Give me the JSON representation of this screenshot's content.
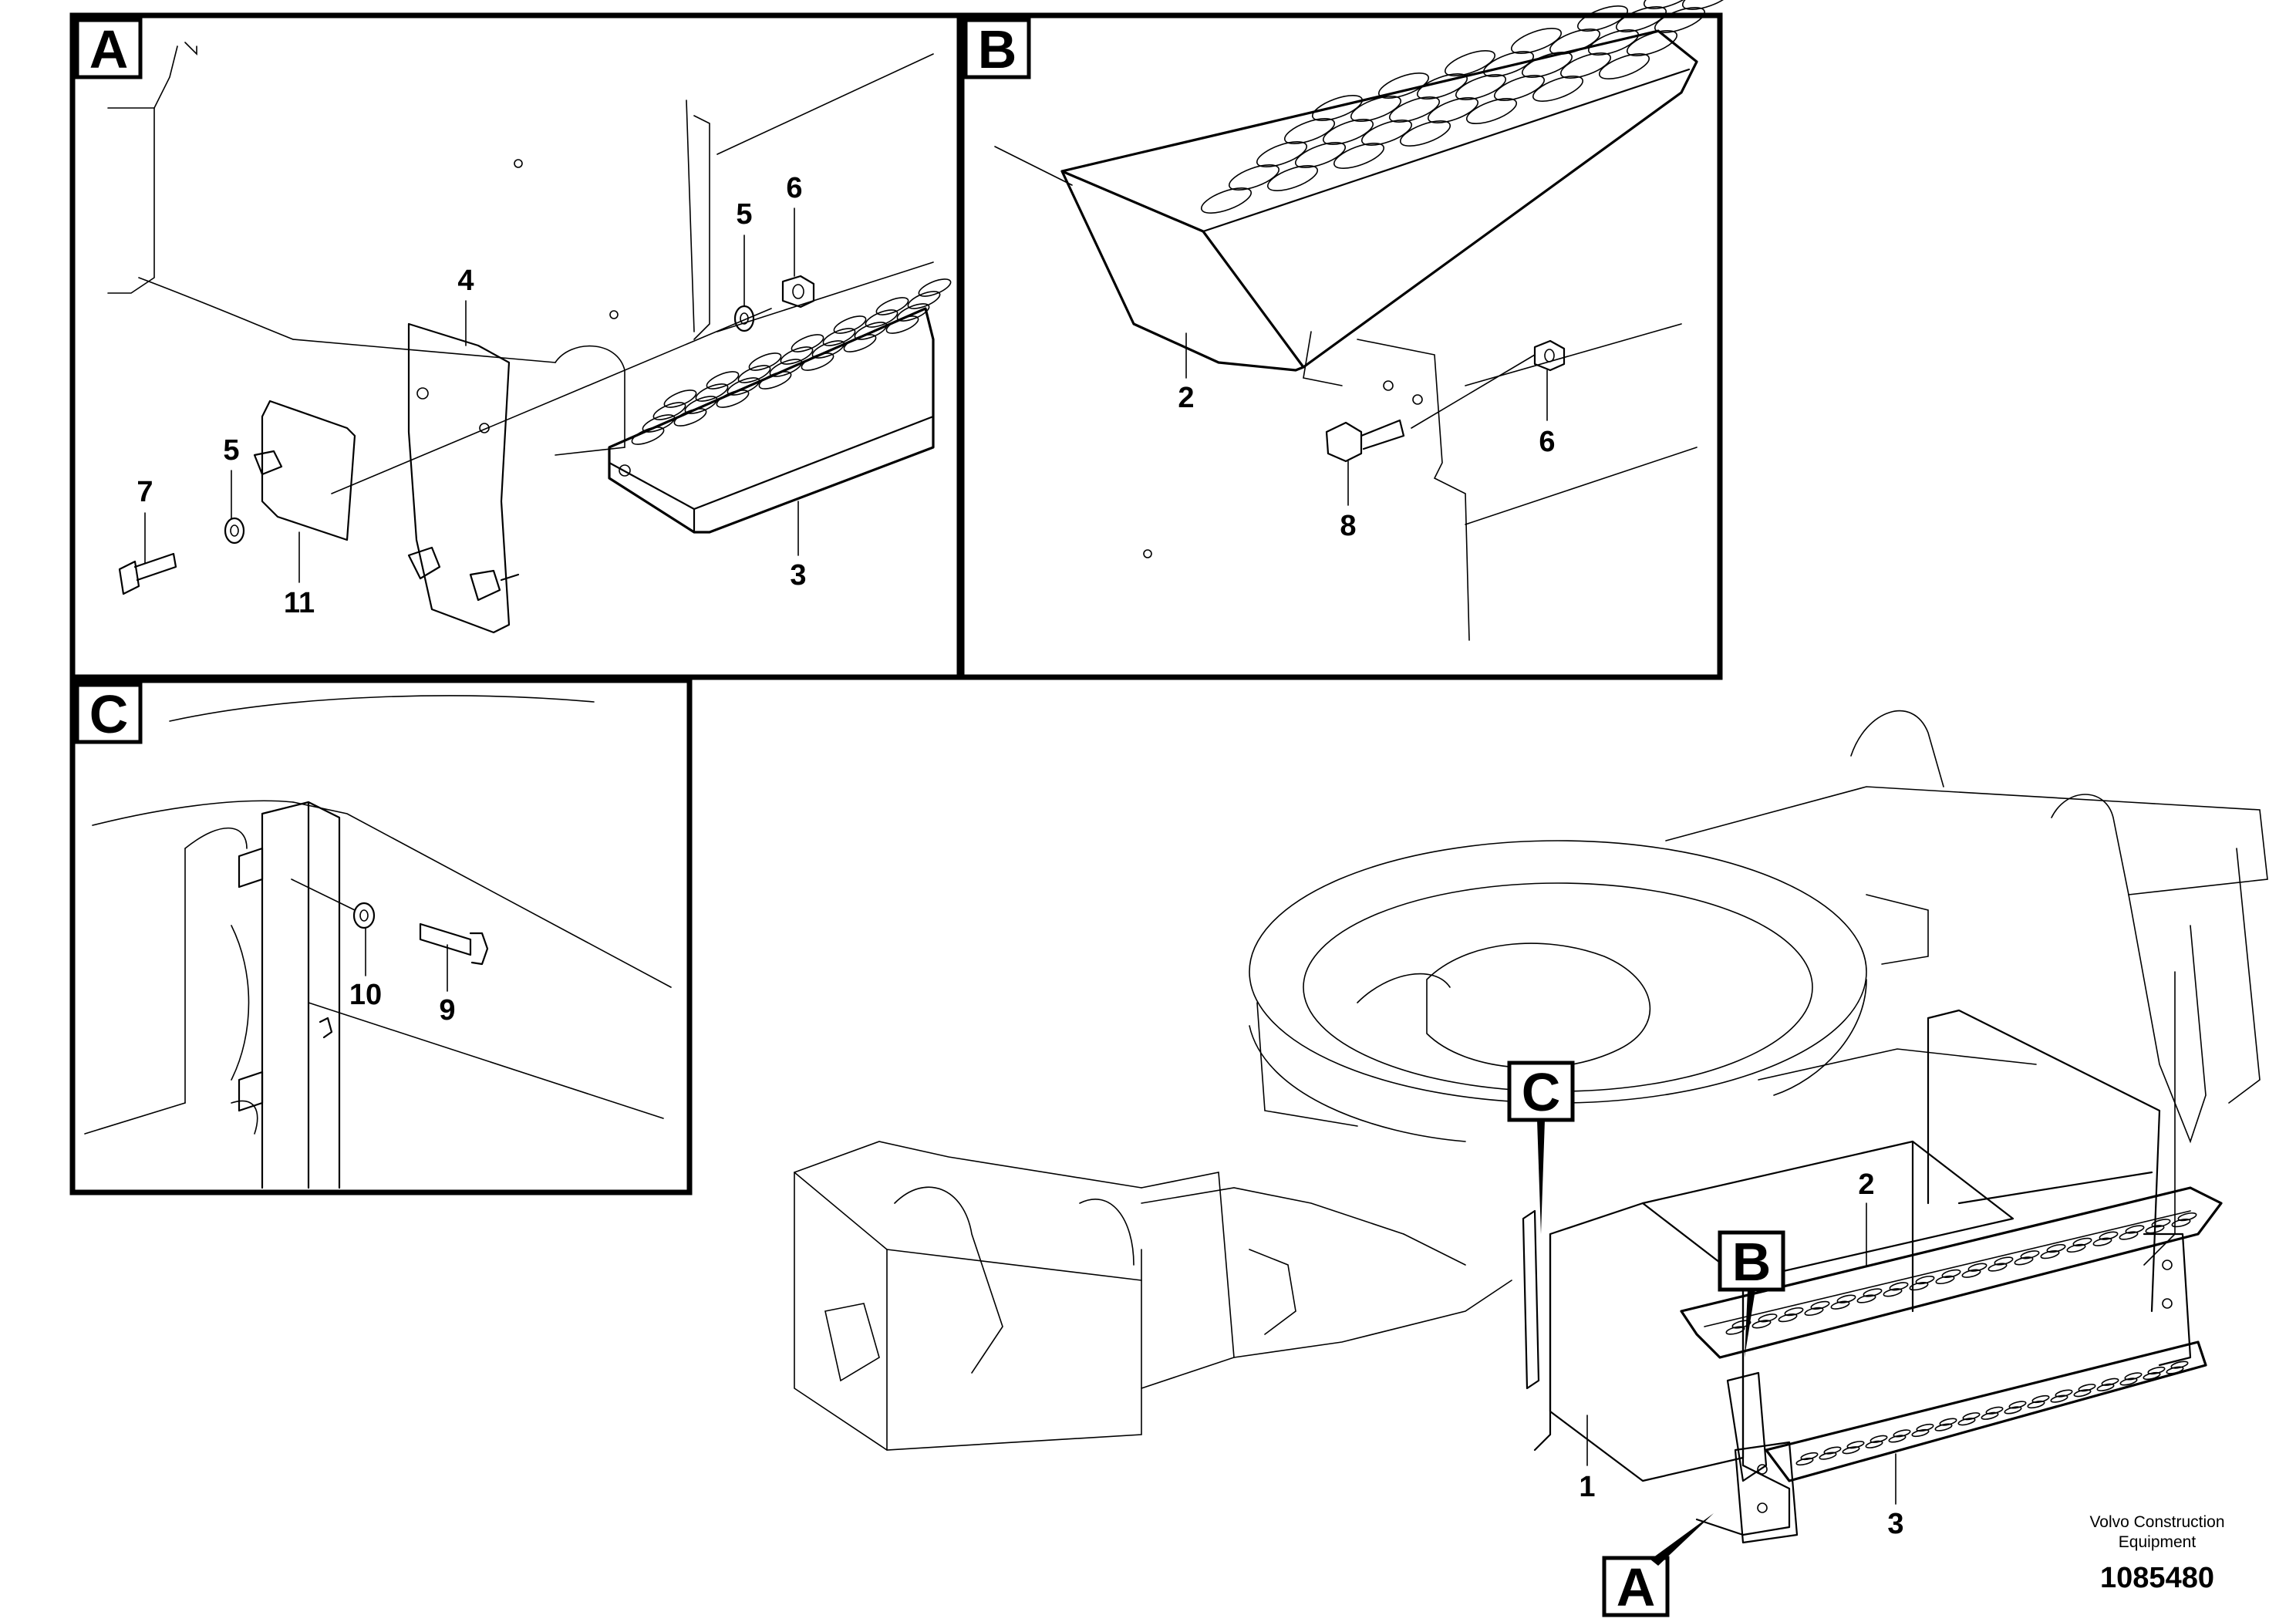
{
  "panels": [
    {
      "letter": "A"
    },
    {
      "letter": "B"
    },
    {
      "letter": "C"
    }
  ],
  "callouts": {
    "panel_a": [
      "4",
      "5",
      "6",
      "5",
      "7",
      "11",
      "3"
    ],
    "panel_b": [
      "2",
      "8",
      "6"
    ],
    "panel_c": [
      "10",
      "9"
    ],
    "main": [
      "2",
      "1",
      "3"
    ]
  },
  "detail_markers": [
    "C",
    "B",
    "A"
  ],
  "footer": {
    "company_line1": "Volvo Construction",
    "company_line2": "Equipment",
    "reference_number": "1085480"
  }
}
